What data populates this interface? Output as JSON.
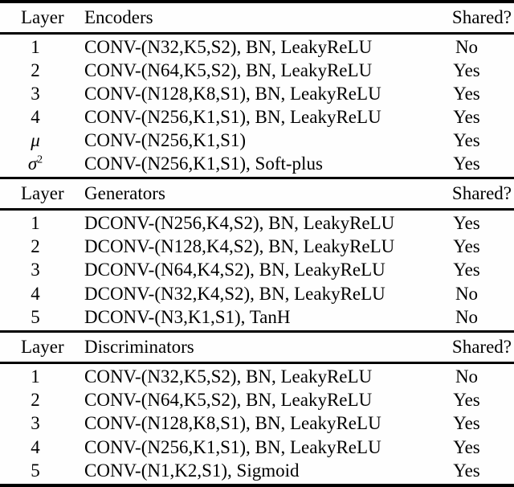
{
  "colors": {
    "background": "#fefefe",
    "text": "#000000",
    "rule": "#000000"
  },
  "table": {
    "sections": [
      {
        "header": {
          "layer": "Layer",
          "title": "Encoders",
          "shared": "Shared?"
        },
        "rows": [
          {
            "layer": "1",
            "desc": "CONV-(N32,K5,S2), BN, LeakyReLU",
            "shared": "No"
          },
          {
            "layer": "2",
            "desc": "CONV-(N64,K5,S2), BN, LeakyReLU",
            "shared": "Yes"
          },
          {
            "layer": "3",
            "desc": "CONV-(N128,K8,S1), BN, LeakyReLU",
            "shared": "Yes"
          },
          {
            "layer": "4",
            "desc": "CONV-(N256,K1,S1), BN, LeakyReLU",
            "shared": "Yes"
          },
          {
            "layer": "μ",
            "desc": "CONV-(N256,K1,S1)",
            "shared": "Yes"
          },
          {
            "layer": "σ",
            "layer_sup": "2",
            "desc": "CONV-(N256,K1,S1), Soft-plus",
            "shared": "Yes"
          }
        ]
      },
      {
        "header": {
          "layer": "Layer",
          "title": "Generators",
          "shared": "Shared?"
        },
        "rows": [
          {
            "layer": "1",
            "desc": "DCONV-(N256,K4,S2), BN, LeakyReLU",
            "shared": "Yes"
          },
          {
            "layer": "2",
            "desc": "DCONV-(N128,K4,S2), BN, LeakyReLU",
            "shared": "Yes"
          },
          {
            "layer": "3",
            "desc": "DCONV-(N64,K4,S2), BN, LeakyReLU",
            "shared": "Yes"
          },
          {
            "layer": "4",
            "desc": "DCONV-(N32,K4,S2), BN, LeakyReLU",
            "shared": "No"
          },
          {
            "layer": "5",
            "desc": "DCONV-(N3,K1,S1), TanH",
            "shared": "No"
          }
        ]
      },
      {
        "header": {
          "layer": "Layer",
          "title": "Discriminators",
          "shared": "Shared?"
        },
        "rows": [
          {
            "layer": "1",
            "desc": "CONV-(N32,K5,S2), BN, LeakyReLU",
            "shared": "No"
          },
          {
            "layer": "2",
            "desc": "CONV-(N64,K5,S2), BN, LeakyReLU",
            "shared": "Yes"
          },
          {
            "layer": "3",
            "desc": "CONV-(N128,K8,S1), BN, LeakyReLU",
            "shared": "Yes"
          },
          {
            "layer": "4",
            "desc": "CONV-(N256,K1,S1), BN, LeakyReLU",
            "shared": "Yes"
          },
          {
            "layer": "5",
            "desc": "CONV-(N1,K2,S1), Sigmoid",
            "shared": "Yes"
          }
        ]
      }
    ]
  }
}
